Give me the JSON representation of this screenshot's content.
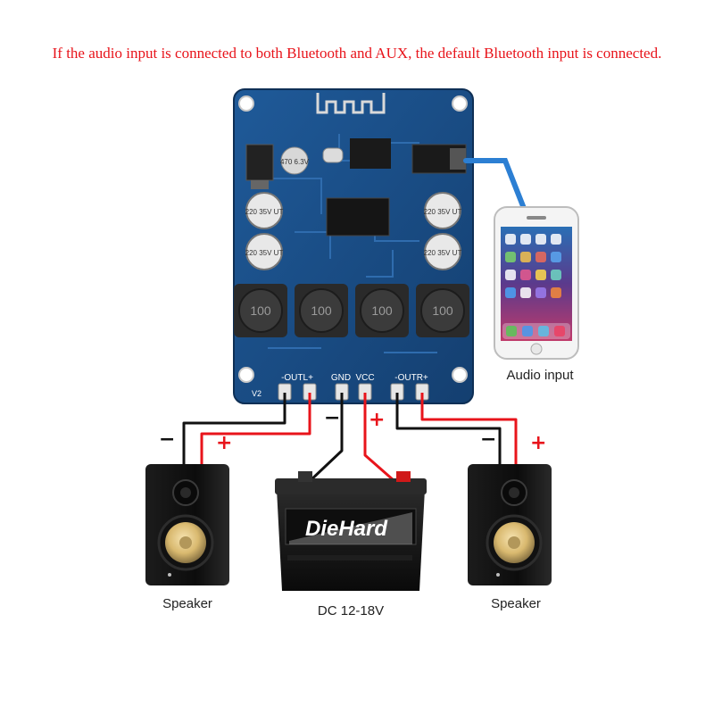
{
  "banner": "If the audio input is connected to both Bluetooth and AUX, the default Bluetooth input is connected.",
  "board": {
    "terminal_outl": "-OUTL+",
    "terminal_gnd": "GND",
    "terminal_vcc": "VCC",
    "terminal_outr": "-OUTR+",
    "version": "V2",
    "capacitor_small": "470 6.3V",
    "capacitor_large": "220 35V UT",
    "inductor": "100"
  },
  "battery": {
    "brand": "DieHard",
    "caption": "DC 12-18V"
  },
  "phone": {
    "caption": "Audio input"
  },
  "speakers": {
    "left_caption": "Speaker",
    "right_caption": "Speaker"
  },
  "polarity": {
    "minus": "−",
    "plus": "+"
  },
  "colors": {
    "pcb": "#1a4e86",
    "wire_red": "#e8141b",
    "wire_black": "#111111",
    "aux_cable": "#2c7fd3",
    "banner_text": "#e8141b"
  }
}
